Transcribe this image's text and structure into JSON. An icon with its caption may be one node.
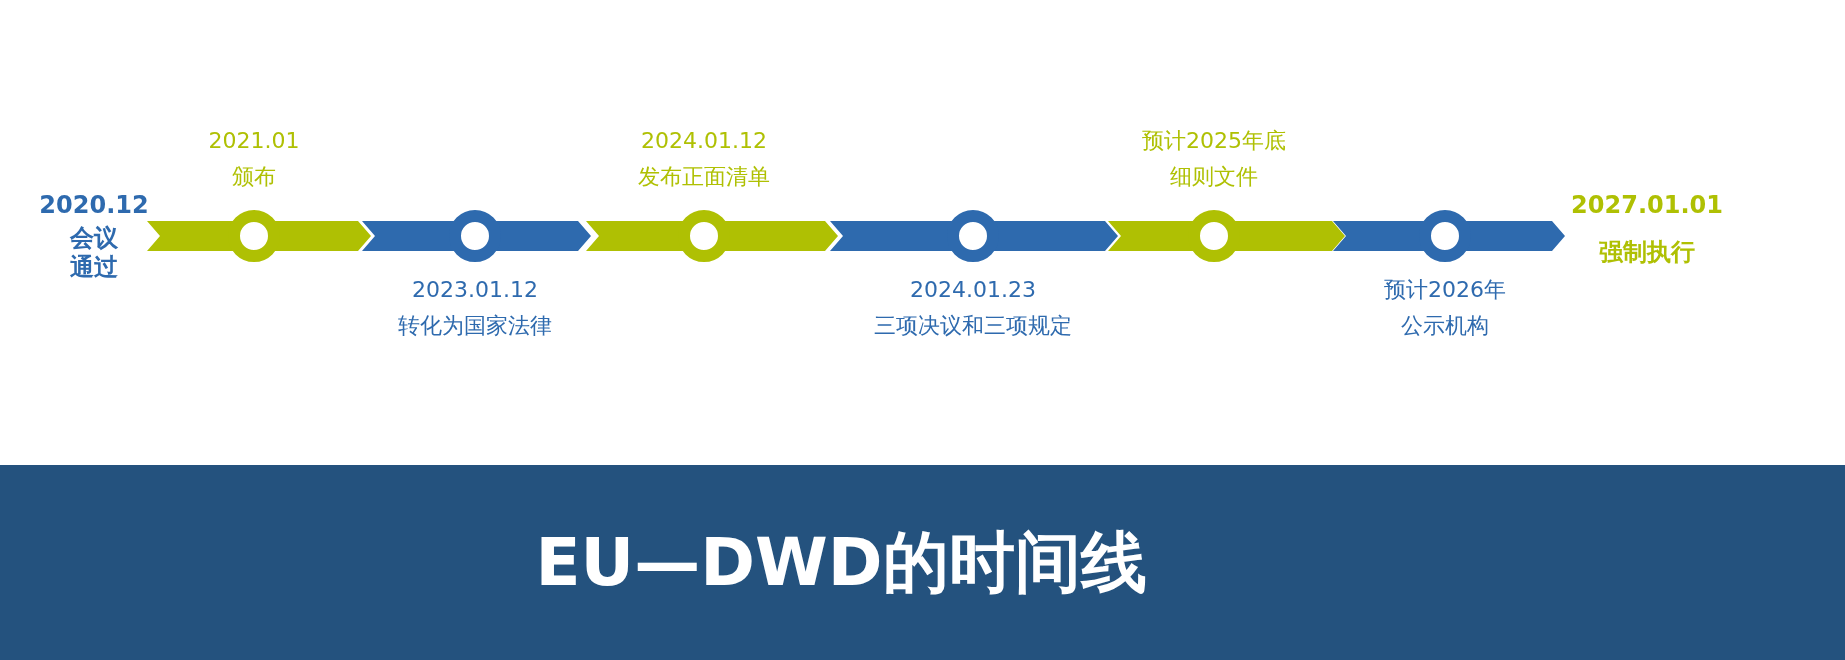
{
  "diagram": {
    "nodes": [
      {
        "text": [],
        "shape": "circle",
        "beside": [
          "2021.01",
          "颁布"
        ]
      },
      {
        "text": [],
        "shape": "circle",
        "beside": [
          "2023.01.12",
          "转化为国家法律"
        ]
      },
      {
        "text": [],
        "shape": "circle",
        "beside": [
          "2024.01.12",
          "发布正面清单"
        ]
      },
      {
        "text": [],
        "shape": "circle",
        "beside": [
          "2024.01.23",
          "三项决议和三项规定"
        ]
      },
      {
        "text": [],
        "shape": "circle",
        "beside": [
          "预计2025年底",
          "细则文件"
        ]
      },
      {
        "text": [],
        "shape": "circle",
        "beside": [
          "预计2026年",
          "公示机构"
        ]
      },
      {
        "text": [
          "EU—DWD的时间线"
        ]
      }
    ],
    "edges": [],
    "labels": [
      "2020.12",
      "会议通过",
      "2027.01.01",
      "强制执行"
    ]
  }
}
